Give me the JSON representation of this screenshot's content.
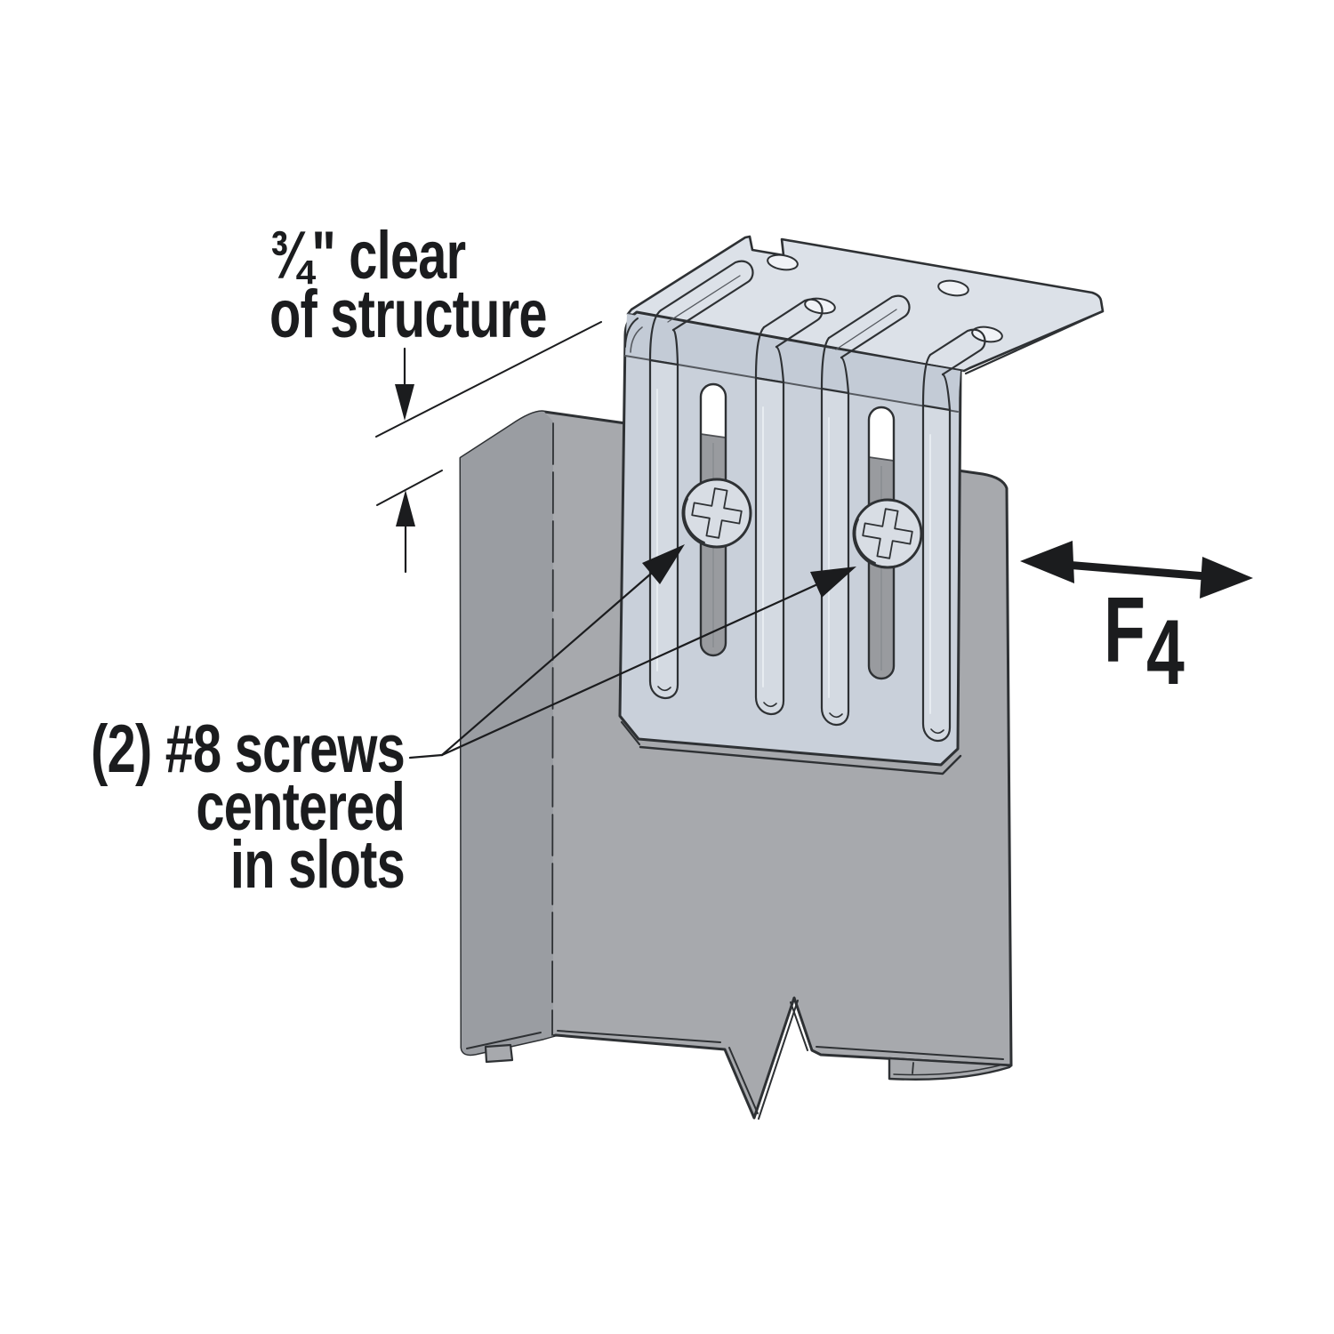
{
  "annotations": {
    "clearance_note": {
      "line1": "¾\" clear",
      "line2": "of structure"
    },
    "screws_note": {
      "line1": "(2) #8 screws",
      "line2": "centered",
      "line3": "in slots"
    },
    "force_label": {
      "letter": "F",
      "subscript": "4"
    }
  },
  "colors": {
    "background": "#ffffff",
    "bracket_face": "#c9d0da",
    "bracket_flange": "#dce1e8",
    "bracket_rib": "#d4dae2",
    "bracket_bend": "#c3cbd6",
    "stud_front": "#a7a9ad",
    "stud_side": "#9a9da2",
    "stud_through_slot": "#999b9f",
    "line": "#2e3134",
    "annotation": "#1b1c1e"
  }
}
